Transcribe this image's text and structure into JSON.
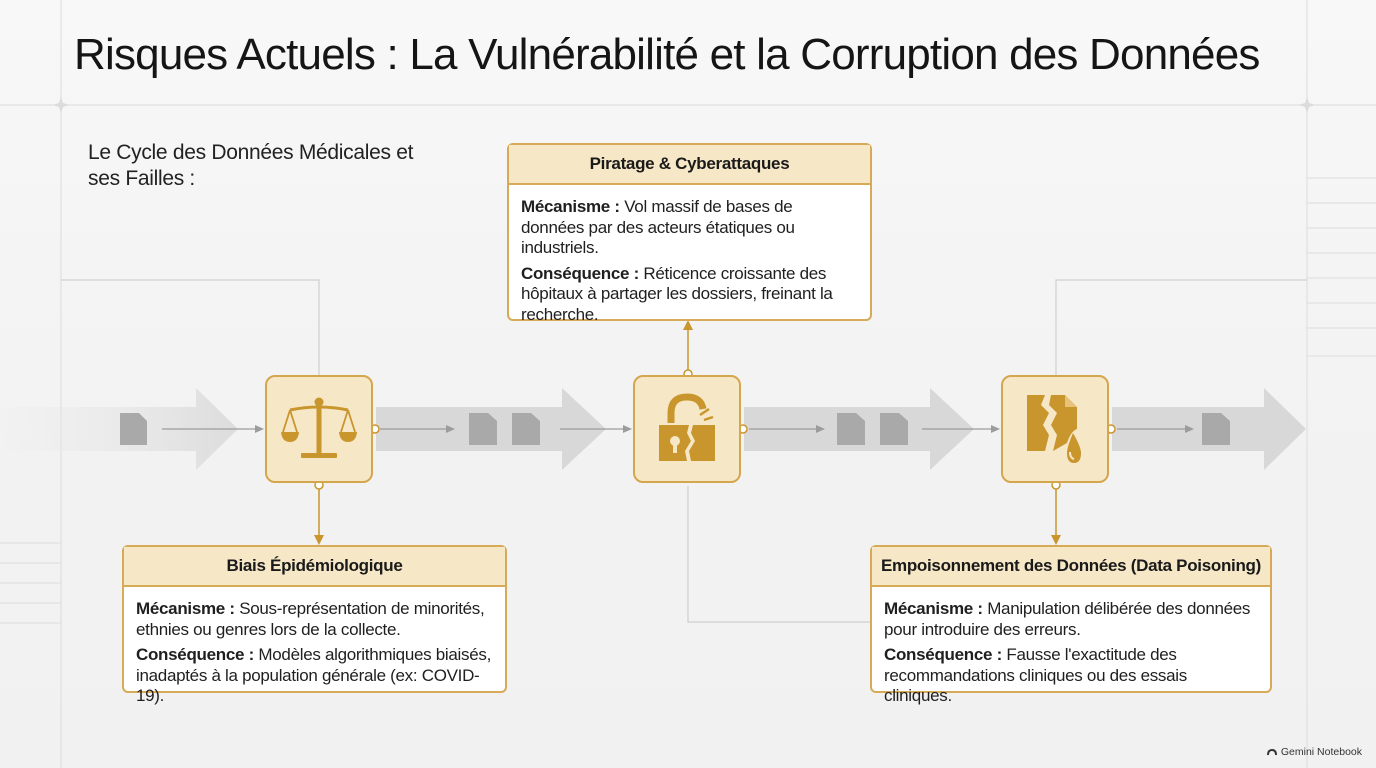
{
  "title": "Risques Actuels : La Vulnérabilité et la Corruption des Données",
  "subtitle": "Le Cycle des Données Médicales et ses Failles :",
  "nodes": [
    {
      "icon": "scales-icon"
    },
    {
      "icon": "unlocked-padlock-icon"
    },
    {
      "icon": "corrupted-file-icon"
    }
  ],
  "cards": {
    "piratage": {
      "title": "Piratage & Cyberattaques",
      "mechanism_label": "Mécanisme :",
      "mechanism_text": "Vol massif de bases de données par des acteurs étatiques ou industriels.",
      "consequence_label": "Conséquence :",
      "consequence_text": "Réticence croissante des hôpitaux à partager les dossiers, freinant la recherche."
    },
    "biais": {
      "title": "Biais Épidémiologique",
      "mechanism_label": "Mécanisme :",
      "mechanism_text": "Sous-représentation de minorités, ethnies ou genres lors de la collecte.",
      "consequence_label": "Conséquence :",
      "consequence_text": "Modèles algorithmiques biaisés, inadaptés à la population générale (ex: COVID-19)."
    },
    "empoisonnement": {
      "title": "Empoisonnement des Données (Data Poisoning)",
      "mechanism_label": "Mécanisme :",
      "mechanism_text": "Manipulation délibérée des données pour introduire des erreurs.",
      "consequence_label": "Conséquence :",
      "consequence_text": "Fausse l'exactitude des recommandations cliniques ou des essais cliniques."
    }
  },
  "watermark": "Gemini Notebook",
  "colors": {
    "accent_gold": "#c9962e",
    "node_fill": "#f6e7c6",
    "border_gold": "#d4a64e",
    "flow_gray": "#d6d6d6",
    "doc_gray": "#a9a9a9"
  }
}
